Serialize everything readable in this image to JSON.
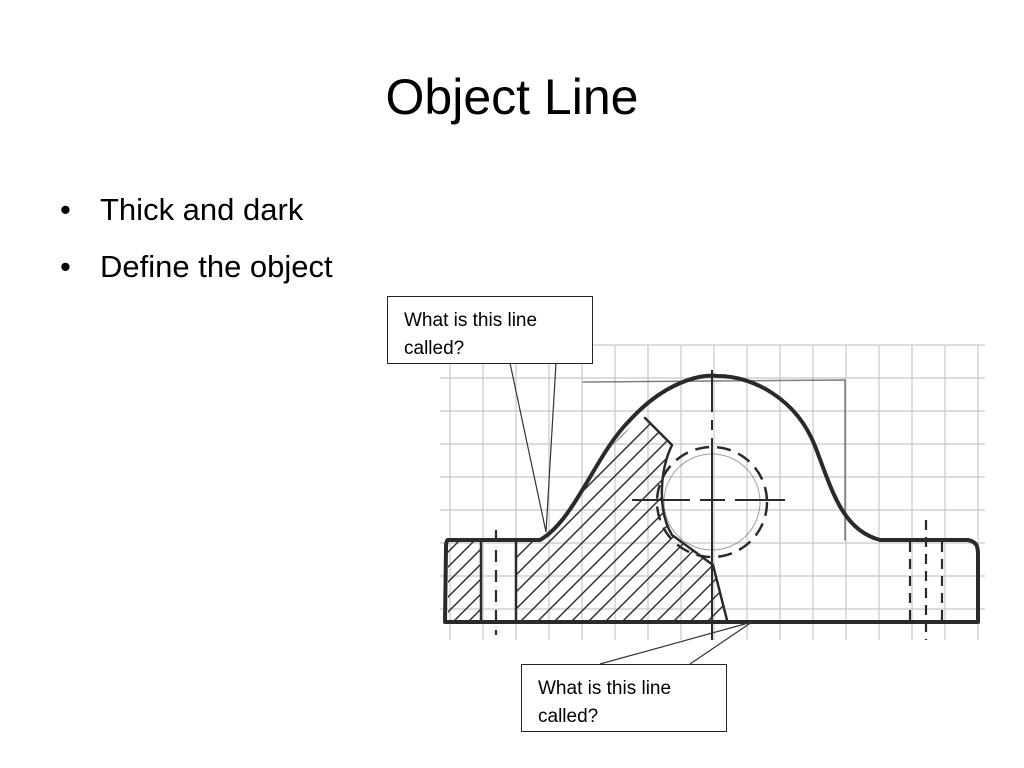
{
  "slide": {
    "title": "Object Line",
    "bullets": [
      "Thick and dark",
      "Define the object"
    ]
  },
  "callouts": {
    "top": {
      "text": "What is this line called?"
    },
    "bottom": {
      "text": "What is this line called?"
    }
  },
  "drawing": {
    "icon": "technical-sketch-section-view",
    "line_color": "#2a2a2a",
    "grid_color": "#c8c8c8"
  }
}
